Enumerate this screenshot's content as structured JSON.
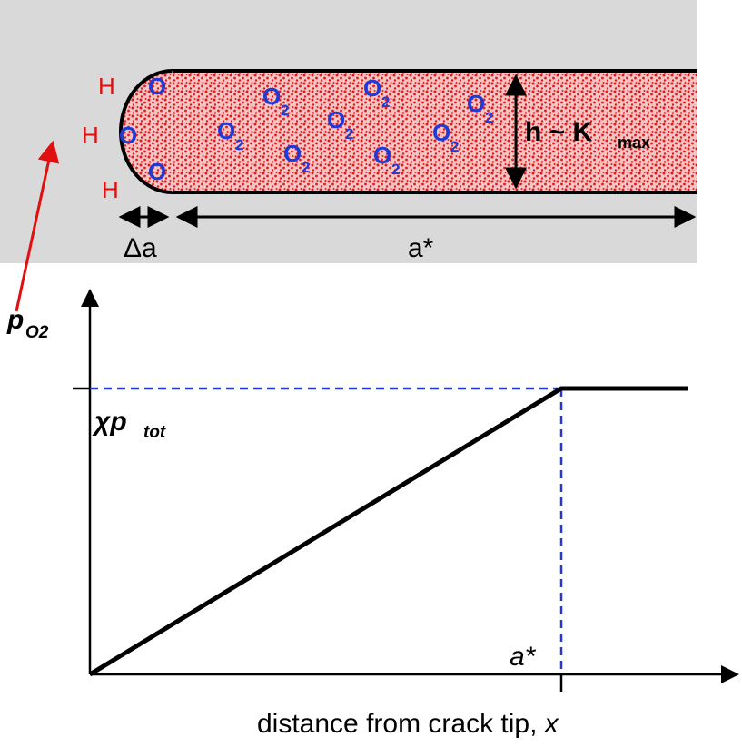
{
  "crack": {
    "hydrogen_label": "H",
    "oxygen_atom_label": "O",
    "oxygen_molecule_label": "O",
    "oxygen_molecule_subscript": "2",
    "height_label_main": "h ~ K",
    "height_label_sub": "max",
    "delta_a_label": "Δa",
    "a_star_label": "a*"
  },
  "plot": {
    "y_label_main": "p",
    "y_label_sub": "O2",
    "plateau_label_prefix": "χp",
    "plateau_label_sub": "tot",
    "a_star_tick_label": "a*",
    "x_label_text": "distance from crack tip, ",
    "x_label_var": "x"
  },
  "colors": {
    "background_gray": "#d9d9d9",
    "crack_fill": "#f3b9b9",
    "dot_red": "#e21a1a",
    "oxygen_blue": "#1f3ad6",
    "hydrogen_red": "#e01010",
    "dashed_blue": "#1f3ad6",
    "pointer_red": "#e01010"
  }
}
